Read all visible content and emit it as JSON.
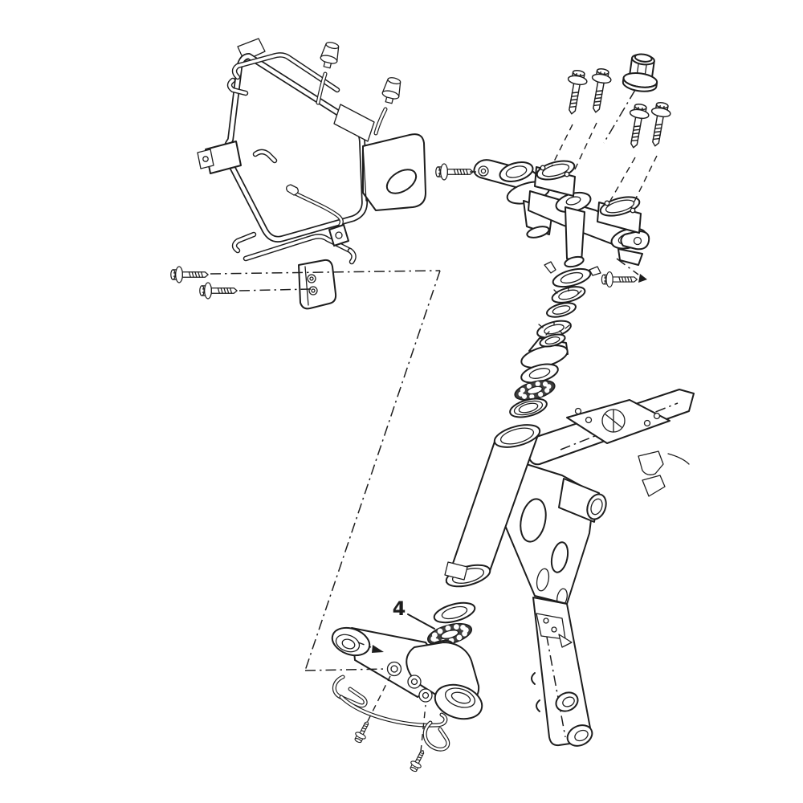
{
  "diagram": {
    "callout": {
      "number": "4",
      "target": "lower-steering-bearing"
    },
    "colors": {
      "background": "#ffffff",
      "line": "#1d1d1d",
      "bearing_fill": "#3f3f3f"
    },
    "parts": [
      "headlight-stay",
      "headlight-stay-grommets",
      "stay-mount-bolts",
      "upper-bracket-crown",
      "handlebar-holders",
      "handlebar-holder-bolts",
      "steering-stem-nut",
      "crown-pinch-bolt",
      "fork-pinch-bolt",
      "lock-washer",
      "ring-nut",
      "plain-washer",
      "dust-cover",
      "upper-steering-bearing",
      "bearing-race",
      "frame",
      "steering-head-pipe",
      "dust-seal",
      "lower-steering-bearing",
      "under-bracket",
      "cable-guides",
      "under-bracket-screws"
    ]
  }
}
